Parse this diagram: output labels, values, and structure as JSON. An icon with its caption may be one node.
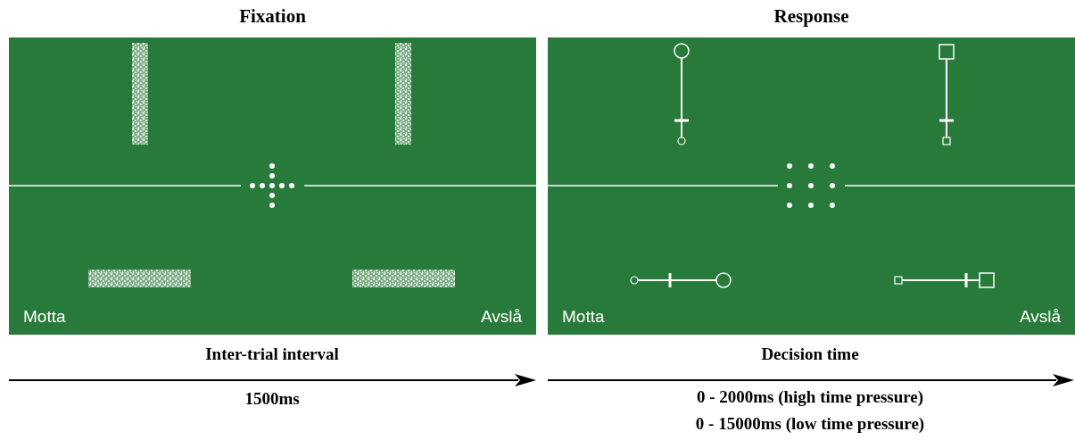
{
  "diagram": {
    "nodes": [
      {
        "text": [
          "Fixation"
        ]
      },
      {
        "text": [
          "Response"
        ]
      }
    ],
    "edges": [],
    "labels": [
      "Motta",
      "Avslå",
      "Motta",
      "Avslå",
      "Inter-trial interval",
      "1500ms",
      "Decision time",
      "0 - 2000ms (high time pressure)",
      "0 - 15000ms (low time pressure)"
    ]
  }
}
